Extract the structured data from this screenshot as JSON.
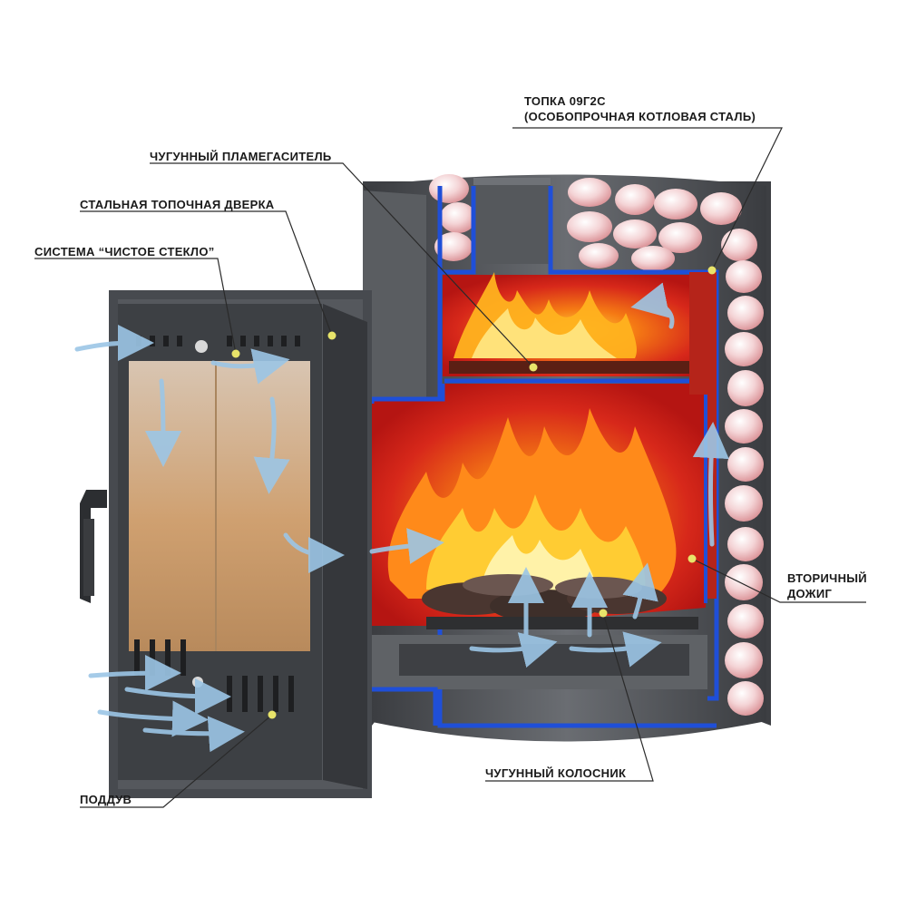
{
  "colors": {
    "accent_dot": "#e8e46a",
    "blue_lining": "#1f4fd8",
    "firebox_red": "#d8281a",
    "steel": "#4a4d52",
    "steel_dark": "#2c2e31",
    "glass": "#c9a27c",
    "stone": "#f0c2c4",
    "air_arrow": "#bcd9ef"
  },
  "labels": {
    "topka_line1": "ТОПКА 09Г2С",
    "topka_line2": "(ОСОБОПРОЧНАЯ КОТЛОВАЯ СТАЛЬ)",
    "plamegasitel": "ЧУГУННЫЙ ПЛАМЕГАСИТЕЛЬ",
    "dverka": "СТАЛЬНАЯ ТОПОЧНАЯ ДВЕРКА",
    "steklo": "СИСТЕМА “ЧИСТОЕ СТЕКЛО”",
    "dozhig_line1": "ВТОРИЧНЫЙ",
    "dozhig_line2": "ДОЖИГ",
    "kolosnik": "ЧУГУННЫЙ КОЛОСНИК",
    "podduv": "ПОДДУВ"
  },
  "icons": [
    "flame-icon",
    "air-flow-arrow-icon",
    "callout-dot-icon"
  ]
}
